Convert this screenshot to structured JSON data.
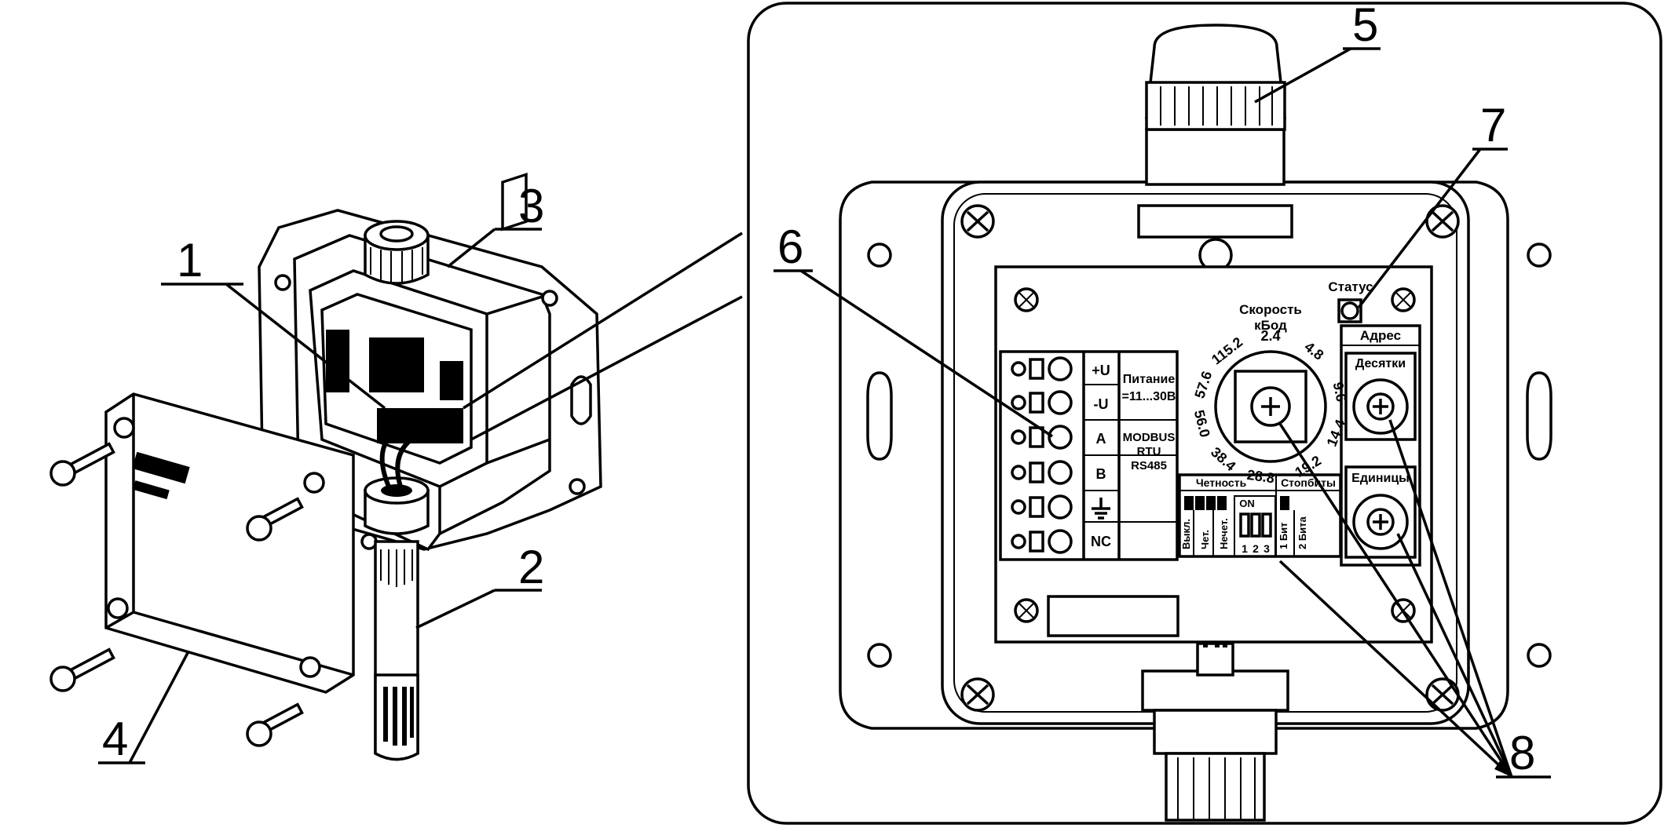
{
  "callouts": {
    "c1": "1",
    "c2": "2",
    "c3": "3",
    "c4": "4",
    "c5": "5",
    "c6": "6",
    "c7": "7",
    "c8": "8"
  },
  "terminals": [
    "+U",
    "-U",
    "A",
    "B",
    "ground-icon",
    "NC"
  ],
  "labels": {
    "power_title": "Питание",
    "power_voltage": "=11...30В",
    "interface_1": "MODBUS",
    "interface_2": "RTU",
    "interface_3": "RS485",
    "baud_title": "Скорость",
    "baud_unit": "кБод",
    "status": "Статус",
    "address_title": "Адрес",
    "address_tens": "Десятки",
    "address_units": "Единицы",
    "parity": "Четность",
    "stop_bits": "Стопбиты",
    "parity_off": "Выкл.",
    "parity_even": "Чет.",
    "parity_odd": "Нечет.",
    "stop_1": "1 Бит",
    "stop_2": "2 Бита",
    "dip_on": "ON",
    "dip_nums": [
      "1",
      "2",
      "3"
    ]
  },
  "baud_rates": [
    "2.4",
    "4.8",
    "9.6",
    "14.4",
    "19.2",
    "28.8",
    "38.4",
    "56.0",
    "57.6",
    "115.2"
  ]
}
